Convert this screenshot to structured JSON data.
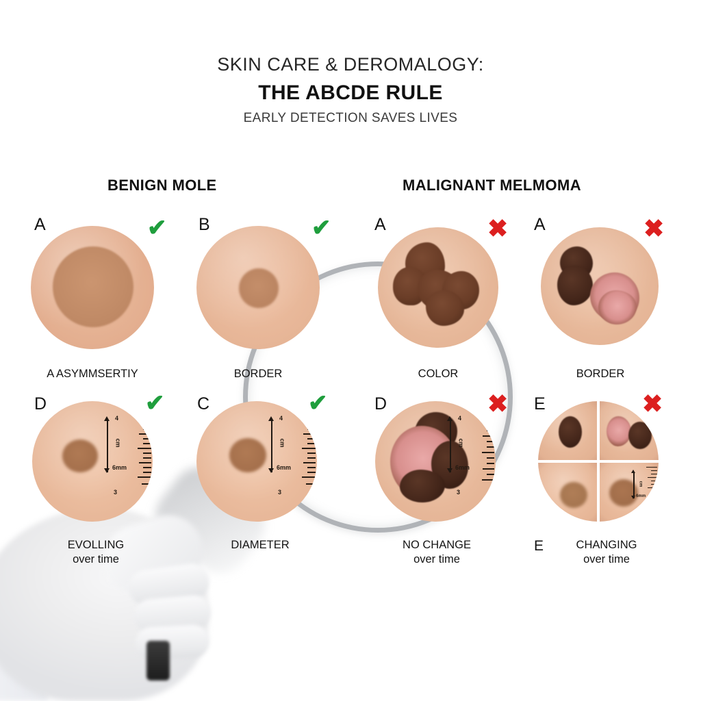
{
  "header": {
    "line1": "SKIN CARE & DEROMALOGY:",
    "line2": "THE ABCDE RULE",
    "line3": "EARLY DETECTION SAVES LIVES"
  },
  "sections": {
    "benign": "BENIGN MOLE",
    "malignant": "MALIGNANT MELMOMA"
  },
  "marks": {
    "check_glyph": "✔",
    "cross_glyph": "✖",
    "check_color": "#1f9e3d",
    "cross_color": "#dc1f1f"
  },
  "ruler": {
    "top_label": "4",
    "mid_label": "cm",
    "bottom_label": "6mm",
    "lower_label": "3"
  },
  "panels": [
    {
      "badge": "A",
      "caption": "A ASYMMSERTIY",
      "caption_sub": "",
      "mark": "check",
      "group": "benign",
      "has_ruler": false
    },
    {
      "badge": "B",
      "caption": "BORDER",
      "caption_sub": "",
      "mark": "check",
      "group": "benign",
      "has_ruler": false
    },
    {
      "badge": "A",
      "caption": "COLOR",
      "caption_sub": "",
      "mark": "cross",
      "group": "malignant",
      "has_ruler": false
    },
    {
      "badge": "A",
      "caption": "BORDER",
      "caption_sub": "",
      "mark": "cross",
      "group": "malignant",
      "has_ruler": false
    },
    {
      "badge": "D",
      "caption": "EVOLLING",
      "caption_sub": "over time",
      "mark": "check",
      "group": "benign",
      "has_ruler": true
    },
    {
      "badge": "C",
      "caption": "DIAMETER",
      "caption_sub": "",
      "mark": "check",
      "group": "benign",
      "has_ruler": true
    },
    {
      "badge": "D",
      "caption": "NO CHANGE",
      "caption_sub": "over time",
      "mark": "cross",
      "group": "malignant",
      "has_ruler": true
    },
    {
      "badge": "E",
      "caption": "CHANGING",
      "caption_sub": "over time",
      "caption_prefix": "E",
      "mark": "cross",
      "group": "malignant",
      "has_ruler": true
    }
  ]
}
